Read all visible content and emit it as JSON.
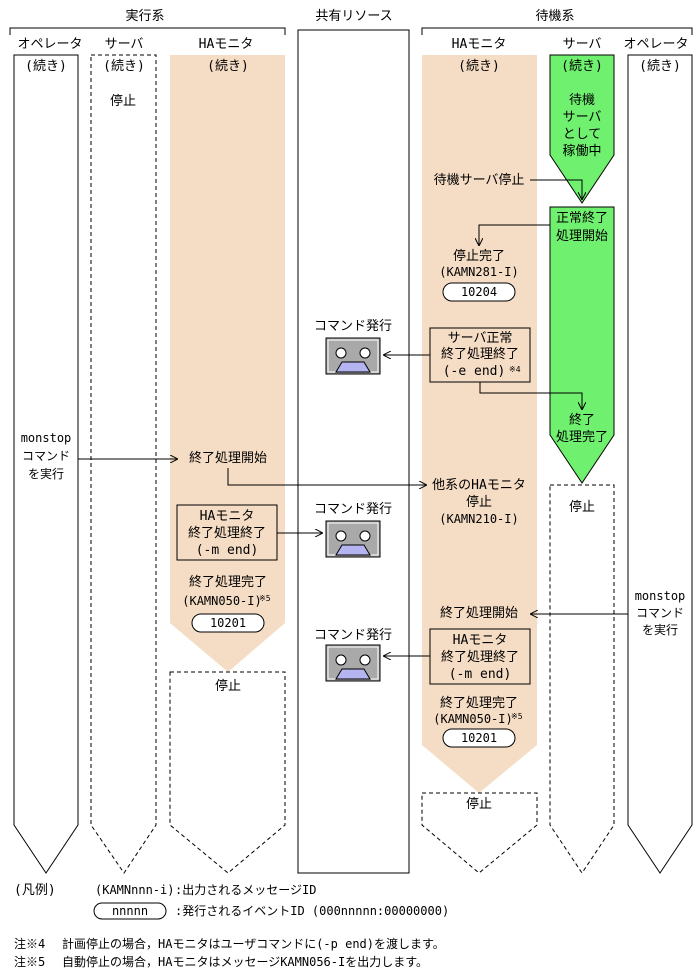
{
  "groups": {
    "active": "実行系",
    "shared": "共有リソース",
    "standby": "待機系"
  },
  "lanes": {
    "operator": "オペレータ",
    "server": "サーバ",
    "ha_monitor": "HAモニタ"
  },
  "continued": "(続き)",
  "stopped": "停止",
  "active_side": {
    "monstop_cmd": [
      "monstop",
      "コマンド",
      "を実行"
    ],
    "shutdown_start": "終了処理開始",
    "end_box": [
      "HAモニタ",
      "終了処理終了",
      "(-m end)"
    ],
    "shutdown_done": "終了処理完了",
    "done_msg": "(KAMN050-I)",
    "note5_mark": "※5",
    "event_id": "10201"
  },
  "shared": {
    "command_issue": "コマンド発行"
  },
  "standby_side": {
    "standby_server_running": [
      "待機",
      "サーバ",
      "として",
      "稼働中"
    ],
    "standby_server_stop": "待機サーバ停止",
    "normal_end_start": [
      "正常終了",
      "処理開始"
    ],
    "stop_done": "停止完了",
    "stop_done_msg": "(KAMN281-I)",
    "event_id_1": "10204",
    "server_end_box": [
      "サーバ正常",
      "終了処理終了",
      "(-e end)"
    ],
    "note4_mark": "※4",
    "end_done": [
      "終了",
      "処理完了"
    ],
    "other_ha": [
      "他系のHAモニタ",
      "停止",
      "(KAMN210-I)"
    ],
    "shutdown_start": "終了処理開始",
    "monstop_cmd": [
      "monstop",
      "コマンド",
      "を実行"
    ],
    "ha_end_box": [
      "HAモニタ",
      "終了処理終了",
      "(-m end)"
    ],
    "shutdown_done": "終了処理完了",
    "done_msg": "(KAMN050-I)",
    "note5_mark": "※5",
    "event_id_2": "10201"
  },
  "legend": {
    "title": "(凡例)",
    "msg_sample": "(KAMNnnn-i)",
    "msg_desc": ":出力されるメッセージID",
    "event_sample": "nnnnn",
    "event_desc": ":発行されるイベントID (000nnnnn:00000000)"
  },
  "notes": [
    {
      "mark": "注※4",
      "text": "計画停止の場合，HAモニタはユーザコマンドに(-p end)を渡します。"
    },
    {
      "mark": "注※5",
      "text": "自動停止の場合，HAモニタはメッセージKAMN056-Iを出力します。"
    }
  ],
  "colors": {
    "ha_fill": "#f5dcc4",
    "server_fill": "#6ff06f",
    "device_fill": "#a9a9a9",
    "device_mouth": "#b4b4f0"
  }
}
